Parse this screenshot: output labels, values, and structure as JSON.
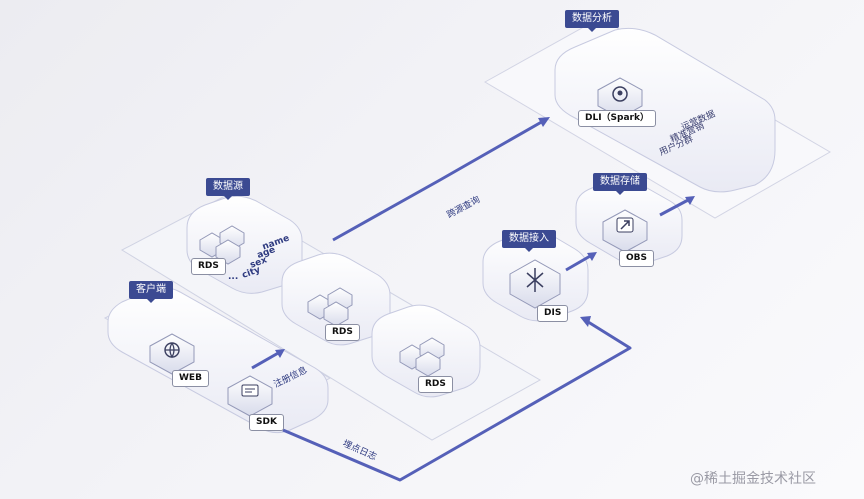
{
  "groups": {
    "analysis": "数据分析",
    "source": "数据源",
    "storage": "数据存储",
    "ingest": "数据接入",
    "client": "客户端"
  },
  "nodes": {
    "dli": "DLI（Spark）",
    "obs": "OBS",
    "dis": "DIS",
    "rds1": "RDS",
    "rds2": "RDS",
    "rds3": "RDS",
    "web": "WEB",
    "sdk": "SDK"
  },
  "analysis_items": [
    "运营数据",
    "精准营销",
    "用户分群"
  ],
  "fields": [
    "name",
    "age",
    "sex",
    "city",
    "..."
  ],
  "flows": {
    "cross_source": "跨源查询",
    "register": "注册信息",
    "tracking": "埋点日志"
  },
  "watermark": "@稀土掘金技术社区",
  "colors": {
    "accent": "#3b4a92",
    "flow": "#5560b8",
    "panel": "#f7f7fb",
    "panel_stroke": "#cfd2e6"
  }
}
